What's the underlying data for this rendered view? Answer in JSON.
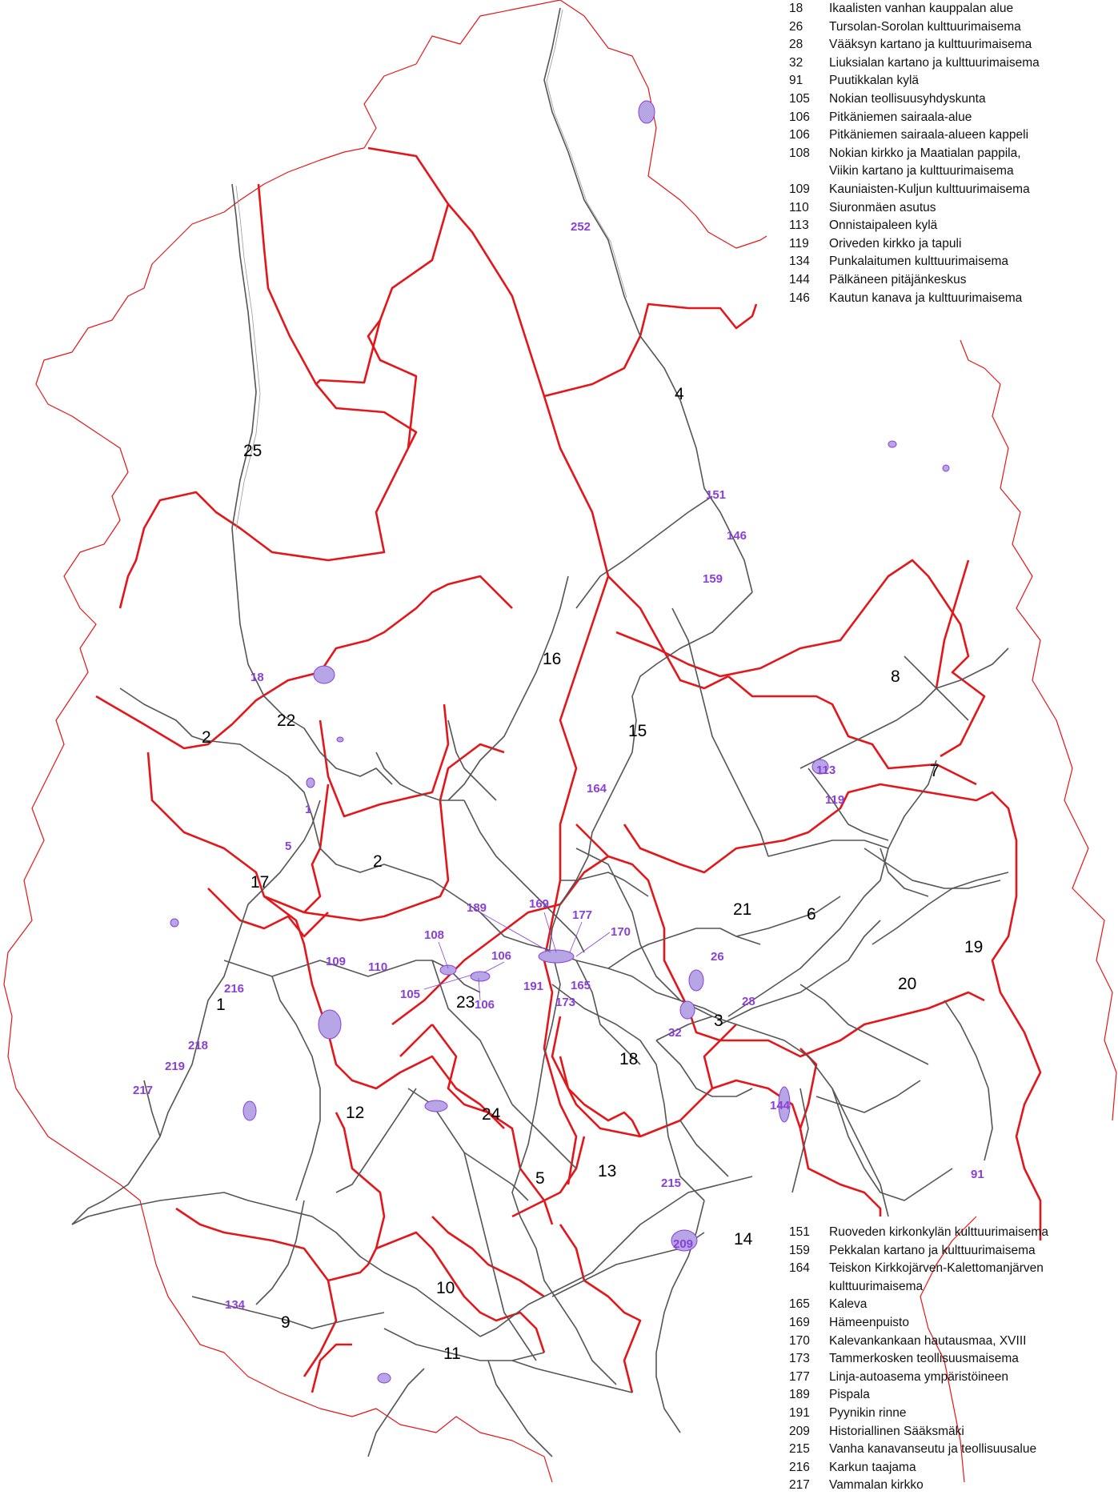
{
  "map": {
    "road_numbers": [
      {
        "id": "25",
        "label": "25"
      },
      {
        "id": "4",
        "label": "4"
      },
      {
        "id": "16",
        "label": "16"
      },
      {
        "id": "15",
        "label": "15"
      },
      {
        "id": "8",
        "label": "8"
      },
      {
        "id": "7",
        "label": "7"
      },
      {
        "id": "22",
        "label": "22"
      },
      {
        "id": "2a",
        "label": "2"
      },
      {
        "id": "2b",
        "label": "2"
      },
      {
        "id": "17",
        "label": "17"
      },
      {
        "id": "21",
        "label": "21"
      },
      {
        "id": "6",
        "label": "6"
      },
      {
        "id": "19",
        "label": "19"
      },
      {
        "id": "20",
        "label": "20"
      },
      {
        "id": "1",
        "label": "1"
      },
      {
        "id": "23",
        "label": "23"
      },
      {
        "id": "3",
        "label": "3"
      },
      {
        "id": "18",
        "label": "18"
      },
      {
        "id": "12",
        "label": "12"
      },
      {
        "id": "24",
        "label": "24"
      },
      {
        "id": "5",
        "label": "5"
      },
      {
        "id": "13",
        "label": "13"
      },
      {
        "id": "14",
        "label": "14"
      },
      {
        "id": "10",
        "label": "10"
      },
      {
        "id": "9",
        "label": "9"
      },
      {
        "id": "11",
        "label": "11"
      }
    ],
    "site_numbers": [
      {
        "id": "252",
        "label": "252"
      },
      {
        "id": "151",
        "label": "151"
      },
      {
        "id": "146",
        "label": "146"
      },
      {
        "id": "159",
        "label": "159"
      },
      {
        "id": "18",
        "label": "18"
      },
      {
        "id": "113",
        "label": "113"
      },
      {
        "id": "119",
        "label": "119"
      },
      {
        "id": "164",
        "label": "164"
      },
      {
        "id": "1",
        "label": "1"
      },
      {
        "id": "5",
        "label": "5"
      },
      {
        "id": "189",
        "label": "189"
      },
      {
        "id": "169",
        "label": "169"
      },
      {
        "id": "177",
        "label": "177"
      },
      {
        "id": "170",
        "label": "170"
      },
      {
        "id": "108",
        "label": "108"
      },
      {
        "id": "106a",
        "label": "106"
      },
      {
        "id": "109",
        "label": "109"
      },
      {
        "id": "110",
        "label": "110"
      },
      {
        "id": "191",
        "label": "191"
      },
      {
        "id": "165",
        "label": "165"
      },
      {
        "id": "173",
        "label": "173"
      },
      {
        "id": "105",
        "label": "105"
      },
      {
        "id": "106b",
        "label": "106"
      },
      {
        "id": "26",
        "label": "26"
      },
      {
        "id": "28",
        "label": "28"
      },
      {
        "id": "32",
        "label": "32"
      },
      {
        "id": "216",
        "label": "216"
      },
      {
        "id": "218",
        "label": "218"
      },
      {
        "id": "219",
        "label": "219"
      },
      {
        "id": "217",
        "label": "217"
      },
      {
        "id": "144",
        "label": "144"
      },
      {
        "id": "215",
        "label": "215"
      },
      {
        "id": "209",
        "label": "209"
      },
      {
        "id": "91",
        "label": "91"
      },
      {
        "id": "134",
        "label": "134"
      }
    ]
  },
  "legend_top": [
    {
      "num": "18",
      "text": "Ikaalisten vanhan kauppalan alue"
    },
    {
      "num": "26",
      "text": "Tursolan-Sorolan kulttuurimaisema"
    },
    {
      "num": "28",
      "text": "Vääksyn kartano ja kulttuurimaisema"
    },
    {
      "num": "32",
      "text": "Liuksialan kartano ja kulttuurimaisema"
    },
    {
      "num": "91",
      "text": "Puutikkalan kylä"
    },
    {
      "num": "105",
      "text": "Nokian teollisuusyhdyskunta"
    },
    {
      "num": "106",
      "text": "Pitkäniemen sairaala-alue"
    },
    {
      "num": "106",
      "text": "Pitkäniemen sairaala-alueen kappeli"
    },
    {
      "num": "108",
      "text": "Nokian kirkko ja Maatialan pappila,",
      "cont": "Viikin kartano ja kulttuurimaisema"
    },
    {
      "num": "109",
      "text": "Kauniaisten-Kuljun kulttuurimaisema"
    },
    {
      "num": "110",
      "text": "Siuronmäen asutus"
    },
    {
      "num": "113",
      "text": "Onnistaipaleen kylä"
    },
    {
      "num": "119",
      "text": "Oriveden kirkko ja tapuli"
    },
    {
      "num": "134",
      "text": "Punkalaitumen kulttuurimaisema"
    },
    {
      "num": "144",
      "text": "Pälkäneen pitäjänkeskus"
    },
    {
      "num": "146",
      "text": "Kautun kanava ja kulttuurimaisema"
    }
  ],
  "legend_bottom": [
    {
      "num": "151",
      "text": "Ruoveden kirkonkylän kulttuurimaisema"
    },
    {
      "num": "159",
      "text": "Pekkalan kartano ja kulttuurimaisema"
    },
    {
      "num": "164",
      "text": "Teiskon Kirkkojärven-Kalettomanjärven",
      "cont": "kulttuurimaisema"
    },
    {
      "num": "165",
      "text": "Kaleva"
    },
    {
      "num": "169",
      "text": "Hämeenpuisto"
    },
    {
      "num": "170",
      "text": "Kalevankankaan hautausmaa, XVIII"
    },
    {
      "num": "173",
      "text": "Tammerkosken teollisuusmaisema"
    },
    {
      "num": "177",
      "text": "Linja-autoasema ympäristöineen"
    },
    {
      "num": "189",
      "text": "Pispala"
    },
    {
      "num": "191",
      "text": "Pyynikin rinne"
    },
    {
      "num": "209",
      "text": "Historiallinen Sääksmäki"
    },
    {
      "num": "215",
      "text": "Vanha kanavanseutu ja teollisuusalue"
    },
    {
      "num": "216",
      "text": "Karkun taajama"
    },
    {
      "num": "217",
      "text": "Vammalan kirkko"
    }
  ],
  "colors": {
    "boundary": "#e3161a",
    "road": "#555555",
    "site": "#8a3fd6",
    "site_fill": "#b7a6e6"
  }
}
